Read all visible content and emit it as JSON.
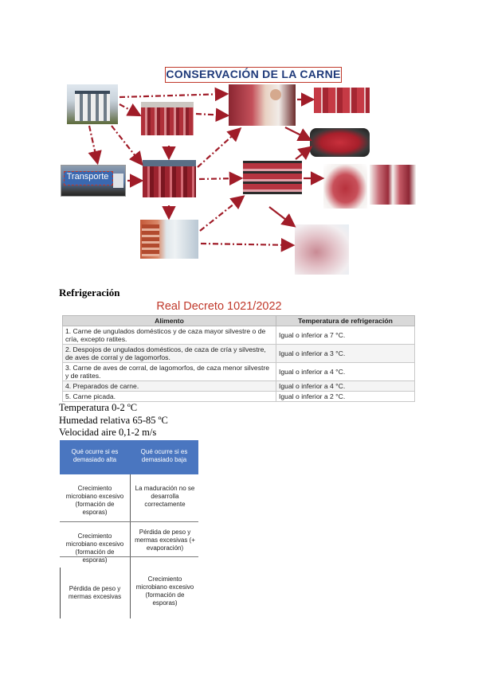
{
  "diagram": {
    "title": "CONSERVACIÓN DE LA CARNE",
    "truck_label": "Transporte"
  },
  "section": {
    "title": "Refrigeración",
    "decree": "Real Decreto 1021/2022"
  },
  "table": {
    "headers": [
      "Alimento",
      "Temperatura de refrigeración"
    ],
    "rows": [
      {
        "food": "1. Carne de ungulados domésticos y de caza mayor silvestre o de cría, excepto ratites.",
        "temp": "Igual o inferior a 7 °C."
      },
      {
        "food": "2. Despojos de ungulados domésticos, de caza de cría y silvestre, de aves de corral y de lagomorfos.",
        "temp": "Igual o inferior a 3 °C."
      },
      {
        "food": "3. Carne de aves de corral, de lagomorfos, de caza menor silvestre y de ratites.",
        "temp": "Igual o inferior a 4 °C."
      },
      {
        "food": "4. Preparados de carne.",
        "temp": "Igual o inferior a 4 °C."
      },
      {
        "food": "5. Carne picada.",
        "temp": "Igual o inferior a 2 °C."
      }
    ]
  },
  "params": {
    "temperature": "Temperatura 0-2 ºC",
    "humidity": "Humedad relativa 65-85 ºC",
    "air": "Velocidad aire 0,1-2 m/s"
  },
  "effects": {
    "headers": [
      "Qué ocurre si es demasiado alta",
      "Qué ocurre si es demasiado baja"
    ],
    "rows": [
      [
        "Crecimiento microbiano excesivo (formación de esporas)",
        "La maduración no se desarrolla correctamente"
      ],
      [
        "Crecimiento microbiano excesivo (formación de esporas)",
        "Pérdida de peso y mermas excesivas (+ evaporación)"
      ],
      [
        "Pérdida de peso y mermas excesivas",
        "Crecimiento microbiano excesivo (formación de esporas)"
      ]
    ]
  },
  "colors": {
    "arrow": "#a01c28",
    "decree": "#c0392b",
    "header_blue": "#4a76c0",
    "title_blue": "#1f3a7a"
  }
}
